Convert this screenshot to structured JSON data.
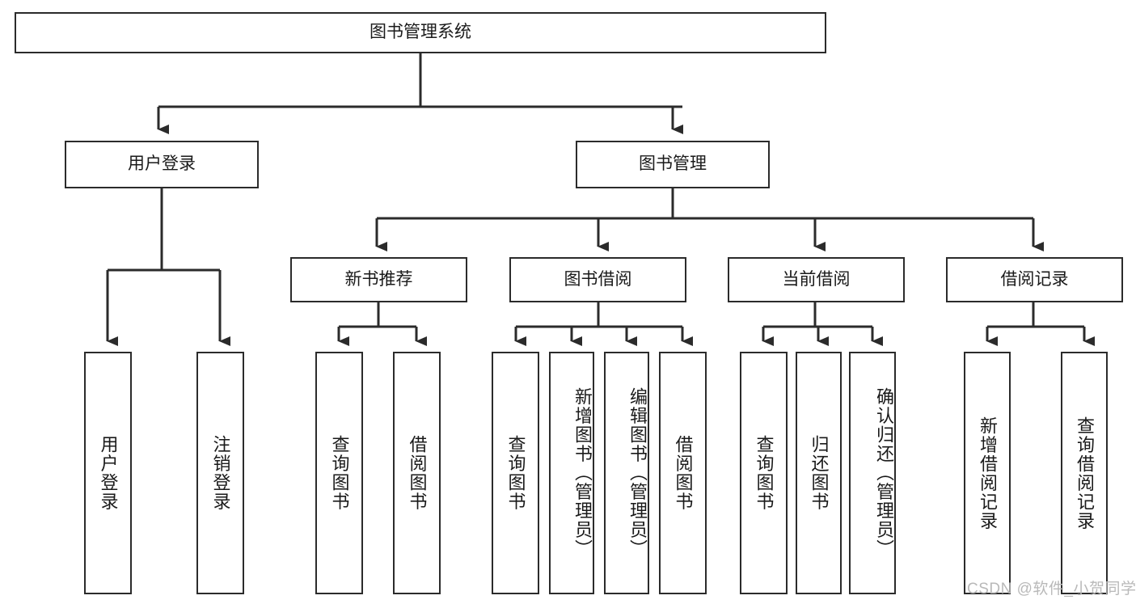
{
  "diagram": {
    "title": "图书管理系统",
    "type": "tree-hierarchy",
    "watermark": "CSDN @软件_小贺同学",
    "colors": {
      "stroke": "#2b2b2b",
      "fill": "#ffffff",
      "text": "#1a1a1a",
      "watermark": "#b9b9b9"
    },
    "nodes": {
      "root": {
        "label": "图书管理系统"
      },
      "level2": [
        {
          "id": "user-login",
          "label": "用户登录"
        },
        {
          "id": "book-manage",
          "label": "图书管理"
        }
      ],
      "level3": [
        {
          "id": "new-book-recommend",
          "label": "新书推荐"
        },
        {
          "id": "book-borrow",
          "label": "图书借阅"
        },
        {
          "id": "current-borrow",
          "label": "当前借阅"
        },
        {
          "id": "borrow-record",
          "label": "借阅记录"
        }
      ],
      "leaves": {
        "user_login": [
          {
            "id": "leaf-user-login",
            "label": "用户登录"
          },
          {
            "id": "leaf-logout-login",
            "label": "注销登录"
          }
        ],
        "new_book_recommend": [
          {
            "id": "leaf-query-book-1",
            "label": "查询图书"
          },
          {
            "id": "leaf-borrow-book-1",
            "label": "借阅图书"
          }
        ],
        "book_borrow": [
          {
            "id": "leaf-query-book-2",
            "label": "查询图书"
          },
          {
            "id": "leaf-add-book",
            "label": "新增图书（管理员）"
          },
          {
            "id": "leaf-edit-book",
            "label": "编辑图书（管理员）"
          },
          {
            "id": "leaf-borrow-book-2",
            "label": "借阅图书"
          }
        ],
        "current_borrow": [
          {
            "id": "leaf-query-book-3",
            "label": "查询图书"
          },
          {
            "id": "leaf-return-book",
            "label": "归还图书"
          },
          {
            "id": "leaf-confirm-return",
            "label": "确认归还（管理员）"
          }
        ],
        "borrow_record": [
          {
            "id": "leaf-add-record",
            "label": "新增借阅记录"
          },
          {
            "id": "leaf-query-record",
            "label": "查询借阅记录"
          }
        ]
      }
    }
  }
}
